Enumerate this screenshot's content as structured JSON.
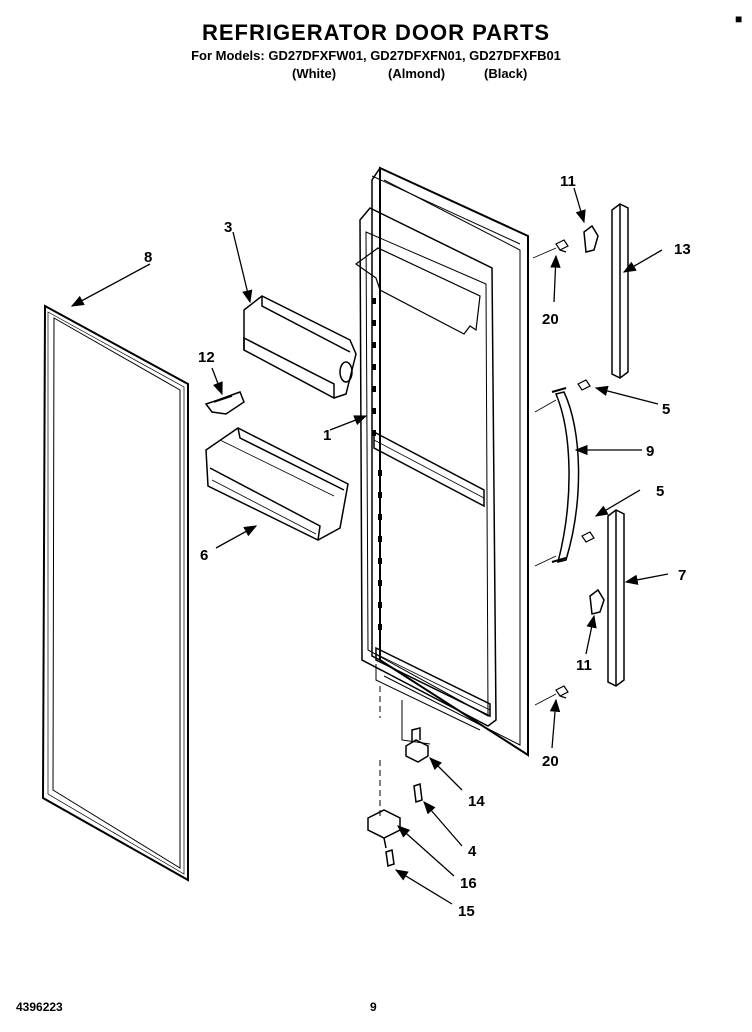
{
  "header": {
    "title": "REFRIGERATOR DOOR PARTS",
    "models_line": "For Models: GD27DFXFW01, GD27DFXFN01, GD27DFXFB01",
    "variants": [
      "(White)",
      "(Almond)",
      "(Black)"
    ]
  },
  "callouts": {
    "c1": "1",
    "c3": "3",
    "c4": "4",
    "c5a": "5",
    "c5b": "5",
    "c6": "6",
    "c7": "7",
    "c8": "8",
    "c9": "9",
    "c11a": "11",
    "c11b": "11",
    "c12": "12",
    "c13": "13",
    "c14": "14",
    "c15": "15",
    "c16": "16",
    "c20a": "20",
    "c20b": "20"
  },
  "footer": {
    "part_number": "4396223",
    "page_number": "9"
  },
  "colors": {
    "ink": "#000000",
    "paper": "#ffffff"
  }
}
